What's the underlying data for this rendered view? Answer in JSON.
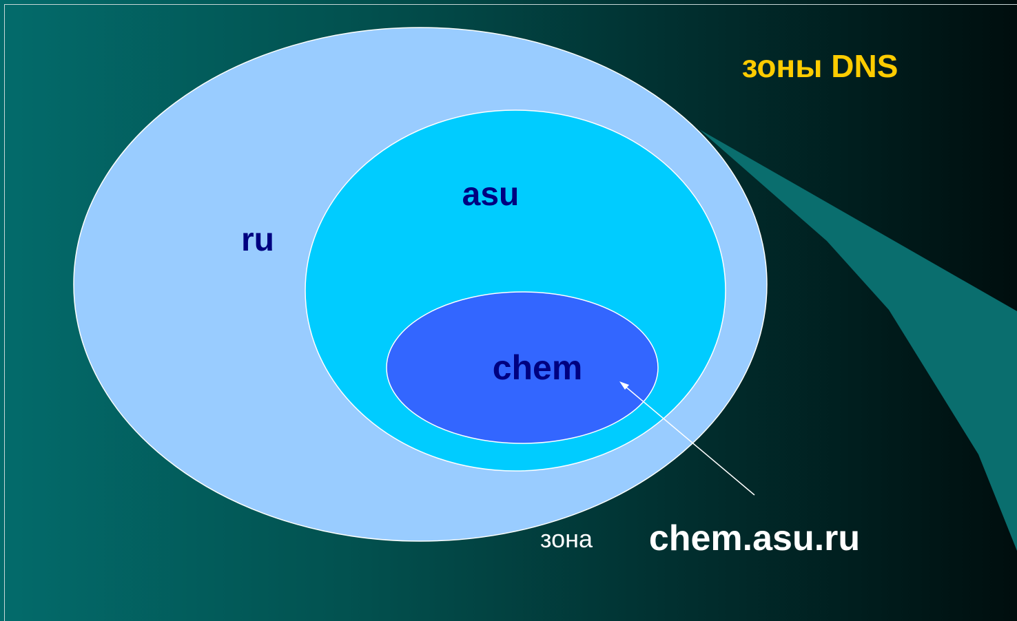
{
  "title": "зоны DNS",
  "zones": {
    "outer": "ru",
    "middle": "asu",
    "inner": "chem"
  },
  "caption": {
    "prefix": "зона",
    "name": "chem.asu.ru"
  },
  "colors": {
    "background_left": "#036b6b",
    "background_right": "#000e0e",
    "outer_zone_fill": "#99ccff",
    "middle_zone_fill": "#00ccff",
    "inner_zone_fill": "#3366ff",
    "zone_label": "#000080",
    "title": "#ffcc00",
    "caption": "#ffffff",
    "decorative_swoosh": "#0a6e6e"
  }
}
